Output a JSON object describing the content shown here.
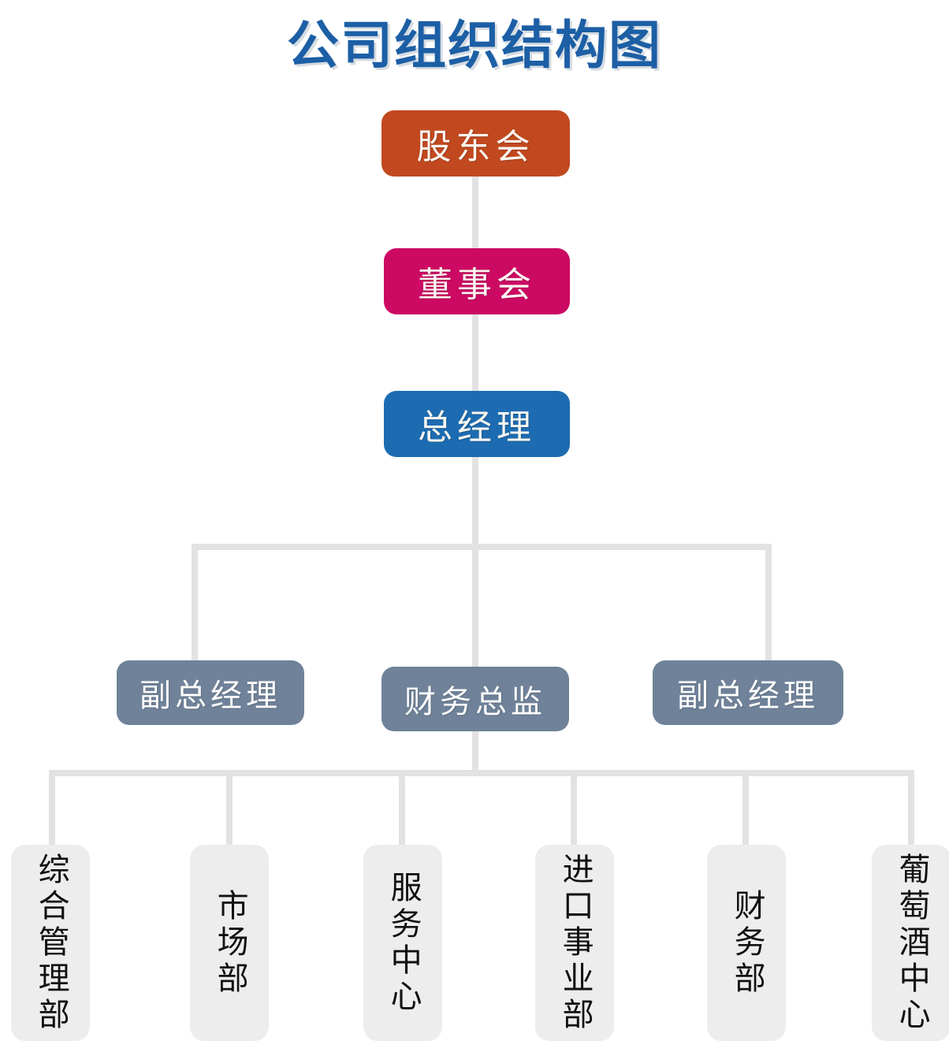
{
  "title": "公司组织结构图",
  "colors": {
    "title": "#1C5FA5",
    "shareholders": "#C1481F",
    "board": "#CC0A63",
    "general_manager": "#1D6CB1",
    "executive_row": "#6F8299",
    "department": "#EDEDED",
    "connector": "#E2E2E2",
    "background": "#FFFFFF"
  },
  "chart_data": {
    "type": "org-chart",
    "title": "公司组织结构图",
    "levels": [
      {
        "level": 1,
        "nodes": [
          "股东会"
        ]
      },
      {
        "level": 2,
        "nodes": [
          "董事会"
        ]
      },
      {
        "level": 3,
        "nodes": [
          "总经理"
        ]
      },
      {
        "level": 4,
        "nodes": [
          "副总经理",
          "财务总监",
          "副总经理"
        ]
      },
      {
        "level": 5,
        "nodes": [
          "综合管理部",
          "市场部",
          "服务中心",
          "进口事业部",
          "财务部",
          "葡萄酒中心"
        ]
      }
    ],
    "edges": [
      [
        "股东会",
        "董事会"
      ],
      [
        "董事会",
        "总经理"
      ],
      [
        "总经理",
        "副总经理"
      ],
      [
        "总经理",
        "财务总监"
      ],
      [
        "总经理",
        "副总经理"
      ],
      [
        "财务总监",
        "综合管理部"
      ],
      [
        "财务总监",
        "市场部"
      ],
      [
        "财务总监",
        "服务中心"
      ],
      [
        "财务总监",
        "进口事业部"
      ],
      [
        "财务总监",
        "财务部"
      ],
      [
        "财务总监",
        "葡萄酒中心"
      ]
    ]
  },
  "nodes": {
    "shareholders": {
      "label": "股东会"
    },
    "board": {
      "label": "董事会"
    },
    "general_manager": {
      "label": "总经理"
    },
    "vp_left": {
      "label": "副总经理"
    },
    "cfo": {
      "label": "财务总监"
    },
    "vp_right": {
      "label": "副总经理"
    },
    "departments": [
      {
        "label": "综合管理部"
      },
      {
        "label": "市场部"
      },
      {
        "label": "服务中心"
      },
      {
        "label": "进口事业部"
      },
      {
        "label": "财务部"
      },
      {
        "label": "葡萄酒中心"
      }
    ]
  }
}
